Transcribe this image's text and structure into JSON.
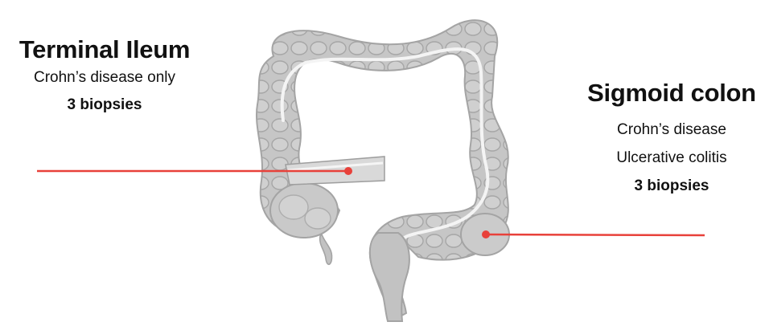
{
  "sites": [
    {
      "name": "Terminal Ileum",
      "lines": [
        "Crohn’s disease only"
      ],
      "biopsies": "3 biopsies"
    },
    {
      "name": "Sigmoid colon",
      "lines": [
        "Crohn’s disease",
        "Ulcerative colitis"
      ],
      "biopsies": "3 biopsies"
    }
  ],
  "colors": {
    "pointer_line": "#e8413a",
    "organ_fill": "#c4c4c4",
    "organ_stroke": "#a9a9a9",
    "organ_inner": "#f2f2f2"
  },
  "icons": {
    "organ": "large-intestine-icon",
    "scope": "endoscope-icon"
  }
}
